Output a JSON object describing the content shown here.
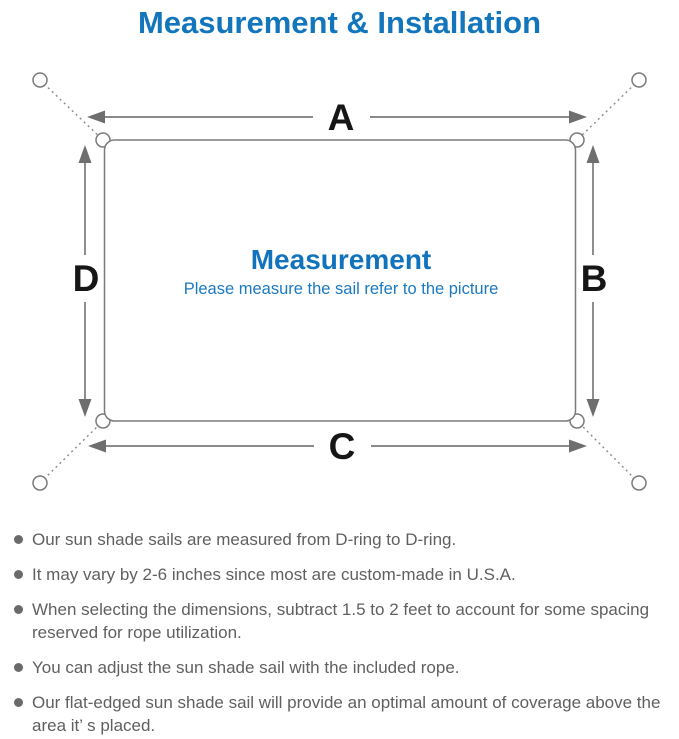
{
  "title": "Measurement & Installation",
  "diagram": {
    "center_title": "Measurement",
    "center_subtitle": "Please measure the sail refer to the picture",
    "labels": {
      "top": "A",
      "right": "B",
      "bottom": "C",
      "left": "D"
    },
    "colors": {
      "accent_blue": "#1376bd",
      "line_gray": "#7a7a7a",
      "arrow_gray": "#6e6e6e",
      "label_black": "#161616"
    }
  },
  "notes": {
    "items": [
      "Our sun shade sails are measured from D-ring to D-ring.",
      "It may vary by 2-6 inches since most are custom-made in U.S.A.",
      "When selecting the dimensions, subtract 1.5 to 2 feet to account for some spacing reserved for rope utilization.",
      "You can adjust the sun shade sail with the included rope.",
      "Our flat-edged sun shade sail will provide an optimal amount of coverage above the area it’ s placed."
    ]
  }
}
